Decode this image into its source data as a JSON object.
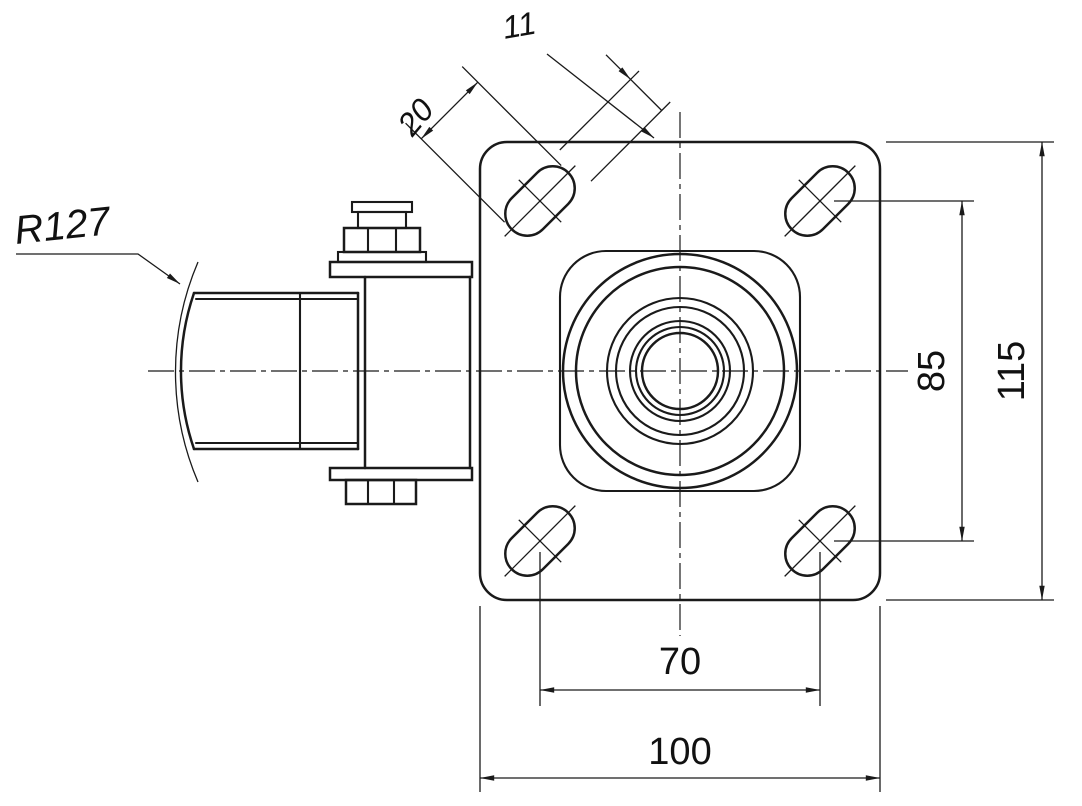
{
  "drawing": {
    "type": "technical-drawing-caster-top-plate",
    "background": "#ffffff",
    "line_color": "#1a1a1a",
    "dimensions": {
      "wheel_radius": "R127",
      "slot_width": "11",
      "slot_length": "20",
      "bolt_spacing_vertical": "85",
      "plate_height": "115",
      "bolt_spacing_horizontal": "70",
      "plate_width": "100"
    }
  }
}
